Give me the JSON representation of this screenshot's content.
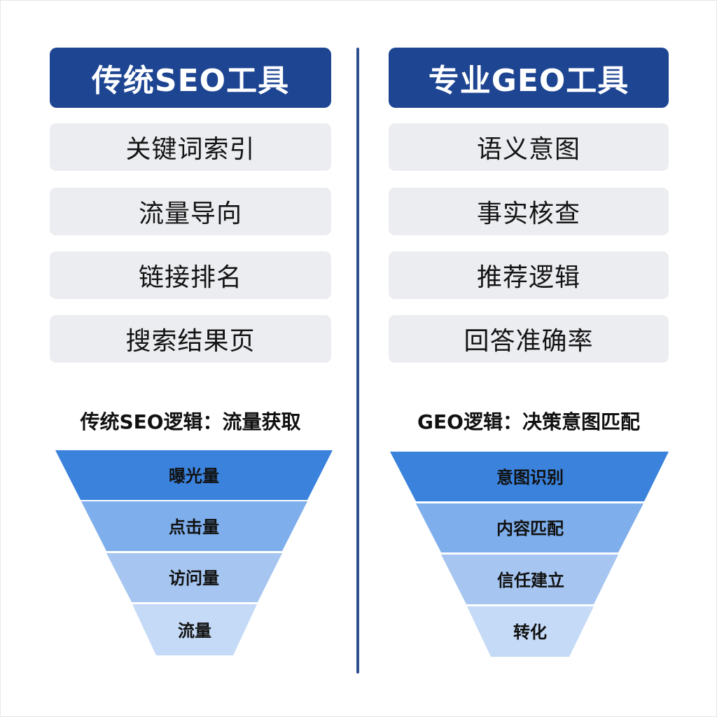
{
  "left": {
    "title": "传统SEO工具",
    "items": [
      "关键词索引",
      "流量导向",
      "链接排名",
      "搜索结果页"
    ],
    "logic": "传统SEO逻辑：流量获取",
    "funnel": [
      "曝光量",
      "点击量",
      "访问量",
      "流量"
    ]
  },
  "right": {
    "title": "专业GEO工具",
    "items": [
      "语义意图",
      "事实核查",
      "推荐逻辑",
      "回答准确率"
    ],
    "logic": "GEO逻辑：决策意图匹配",
    "funnel": [
      "意图识别",
      "内容匹配",
      "信任建立",
      "转化"
    ]
  },
  "colors": {
    "header": "#1e4592",
    "item_bg": "#ecedf1",
    "divider": "#2f4f8f",
    "funnel_levels": [
      "#3a82dc",
      "#7eaeeb",
      "#a6c6f1",
      "#c4daf6"
    ]
  }
}
